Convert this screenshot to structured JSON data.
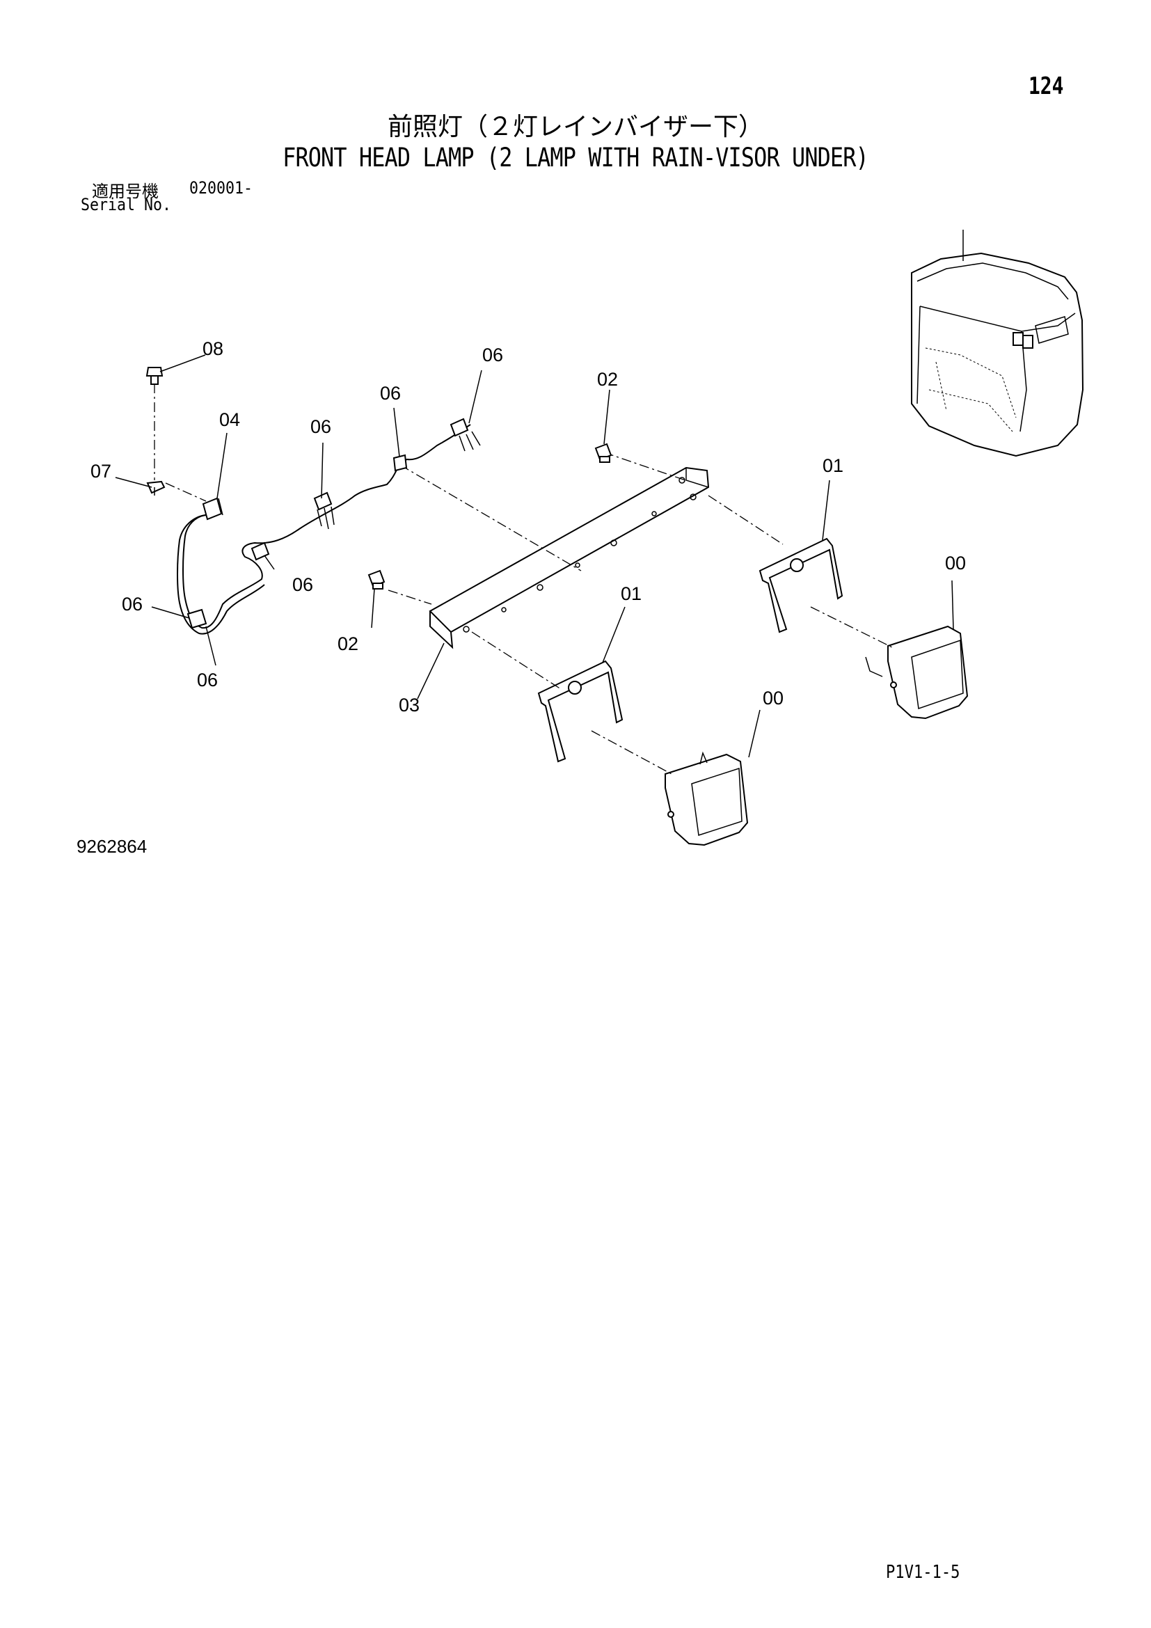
{
  "header": {
    "page_number": "124",
    "title_jp": "前照灯（２灯レインバイザー下）",
    "title_en": "FRONT HEAD LAMP (2 LAMP WITH RAIN-VISOR UNDER)",
    "serial_label_jp": "適用号機",
    "serial_value": "020001-",
    "serial_label_en": "Serial No."
  },
  "diagram": {
    "part_labels": [
      {
        "id": "08",
        "text": "08"
      },
      {
        "id": "04",
        "text": "04"
      },
      {
        "id": "07",
        "text": "07"
      },
      {
        "id": "06a",
        "text": "06"
      },
      {
        "id": "06b",
        "text": "06"
      },
      {
        "id": "06c",
        "text": "06"
      },
      {
        "id": "06d",
        "text": "06"
      },
      {
        "id": "06e",
        "text": "06"
      },
      {
        "id": "06f",
        "text": "06"
      },
      {
        "id": "02a",
        "text": "02"
      },
      {
        "id": "02b",
        "text": "02"
      },
      {
        "id": "01a",
        "text": "01"
      },
      {
        "id": "01b",
        "text": "01"
      },
      {
        "id": "00a",
        "text": "00"
      },
      {
        "id": "00b",
        "text": "00"
      },
      {
        "id": "03",
        "text": "03"
      }
    ]
  },
  "footer": {
    "drawing_number": "9262864",
    "page_code": "P1V1-1-5"
  }
}
